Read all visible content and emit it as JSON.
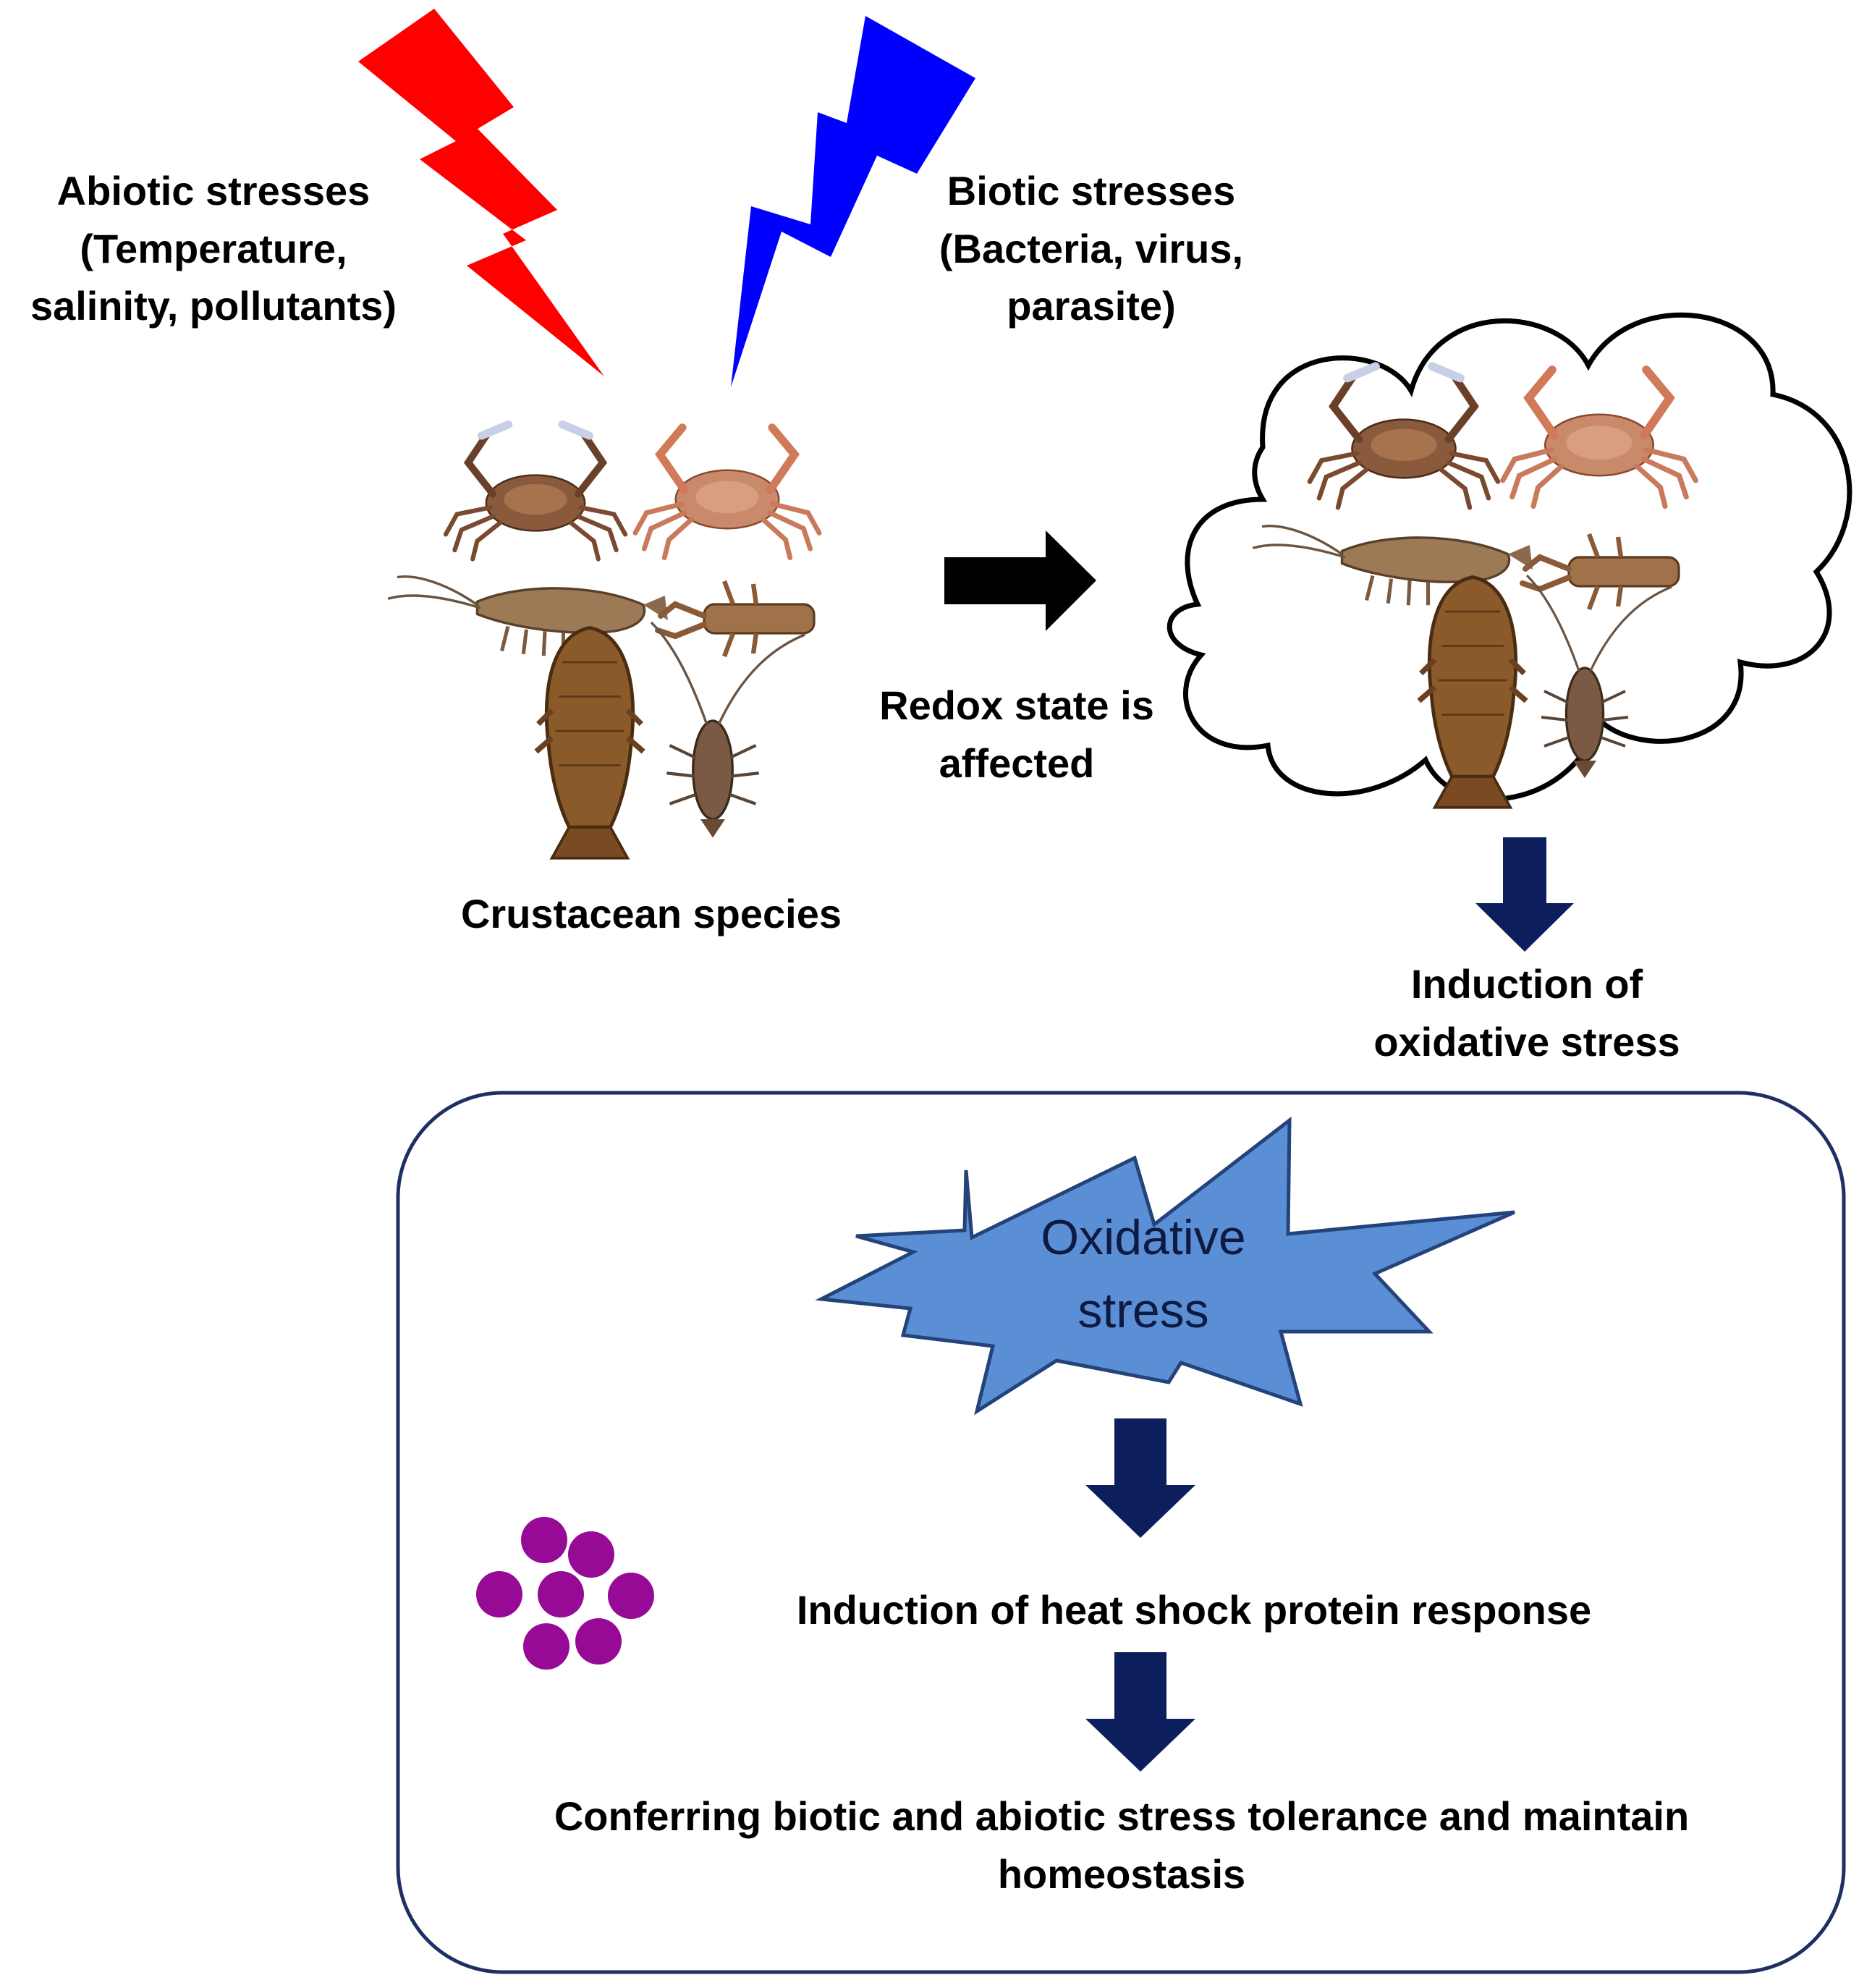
{
  "labels": {
    "abiotic": [
      "Abiotic stresses",
      "(Temperature,",
      "salinity, pollutants)"
    ],
    "biotic": [
      "Biotic stresses",
      "(Bacteria, virus,",
      "parasite)"
    ],
    "crustacean": "Crustacean species",
    "redox": [
      "Redox state is",
      "affected"
    ],
    "induction_oxidative": [
      "Induction of",
      "oxidative stress"
    ],
    "oxidative_burst": [
      "Oxidative",
      "stress"
    ],
    "hsp_response": "Induction of heat shock protein response",
    "conferring": [
      "Conferring biotic and abiotic stress tolerance and maintain",
      "homeostasis"
    ]
  },
  "colors": {
    "abiotic_bolt": "#ff0000",
    "biotic_bolt": "#0000ff",
    "arrow_black": "#000000",
    "arrow_navy": "#0c1f5c",
    "burst_fill": "#5a8fd6",
    "burst_stroke": "#24437a",
    "hsp_dots": "#960a96",
    "panel_border": "#1f2f64"
  },
  "icons": [
    "crab-icon",
    "shrimp-icon",
    "mantis-shrimp-icon",
    "slipper-lobster-icon",
    "spiny-lobster-icon",
    "protein-dots-icon"
  ]
}
